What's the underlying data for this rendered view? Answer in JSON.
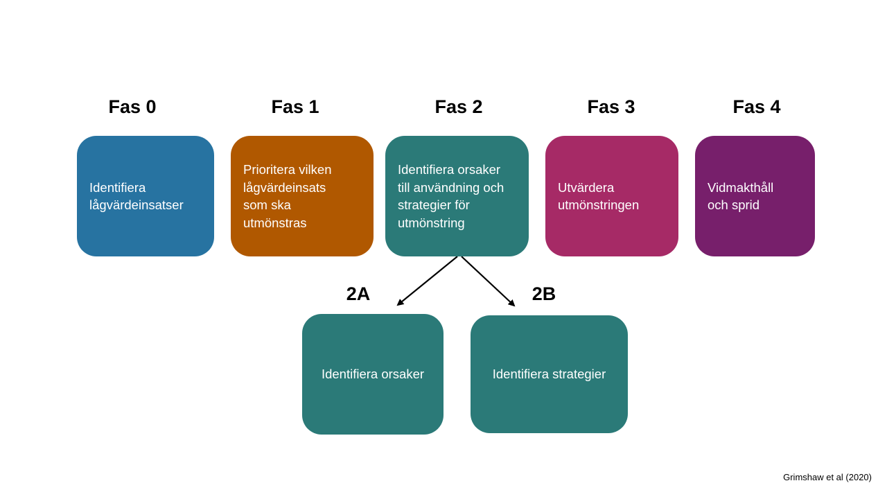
{
  "phases": [
    {
      "label": "Fas 0",
      "text": "Identifiera lågvärdeinsatser",
      "color": "#2773a1"
    },
    {
      "label": "Fas 1",
      "text": "Prioritera vilken lågvärdeinsats som ska utmönstras",
      "color": "#b05800"
    },
    {
      "label": "Fas 2",
      "text": "Identifiera orsaker till användning och strategier för utmönstring",
      "color": "#2b7a78"
    },
    {
      "label": "Fas 3",
      "text": "Utvärdera utmönstringen",
      "color": "#a62a66"
    },
    {
      "label": "Fas 4",
      "text": "Vidmakthåll och sprid",
      "color": "#771f6b"
    }
  ],
  "subphases": [
    {
      "label": "2A",
      "text": "Identifiera orsaker",
      "color": "#2b7a78"
    },
    {
      "label": "2B",
      "text": "Identifiera strategier",
      "color": "#2b7a78"
    }
  ],
  "citation": "Grimshaw et al (2020)"
}
